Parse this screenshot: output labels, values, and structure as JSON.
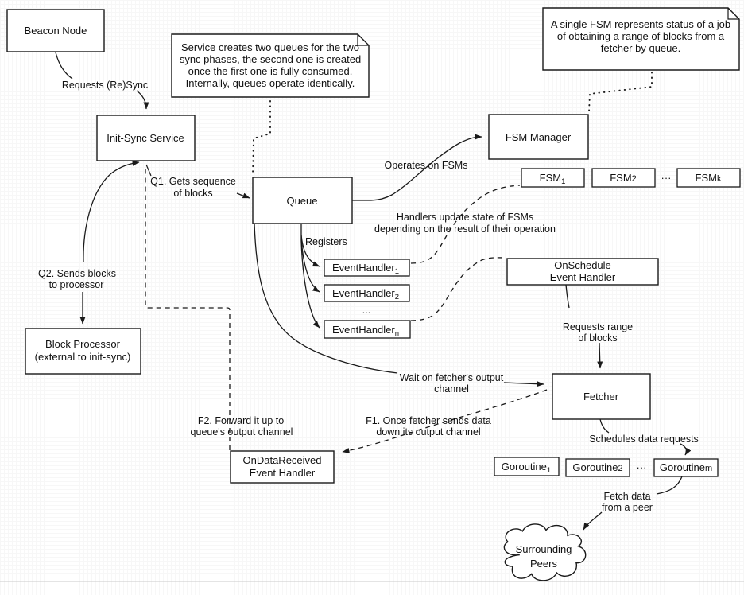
{
  "nodes": {
    "beacon_node": {
      "label": "Beacon Node"
    },
    "init_sync": {
      "label": "Init-Sync Service"
    },
    "queue": {
      "label": "Queue"
    },
    "fsm_manager": {
      "label": "FSM Manager"
    },
    "block_processor": {
      "line1": "Block Processor",
      "line2": "(external to init-sync)"
    },
    "onschedule_handler": {
      "line1": "OnSchedule",
      "line2": "Event Handler"
    },
    "ondatareceived_handler": {
      "line1": "OnDataReceived",
      "line2": "Event Handler"
    },
    "fetcher": {
      "label": "Fetcher"
    },
    "surrounding_peers": {
      "line1": "Surrounding",
      "line2": "Peers"
    },
    "fsms": [
      {
        "base": "FSM",
        "sub": "1"
      },
      {
        "base": "FSM",
        "sub": "2"
      },
      {
        "base": "FSM",
        "sub": "k"
      }
    ],
    "fsm_ellipsis": "···",
    "event_handlers": [
      {
        "base": "EventHandler",
        "sub": "1"
      },
      {
        "base": "EventHandler",
        "sub": "2"
      },
      {
        "base": "EventHandler",
        "sub": "n"
      }
    ],
    "event_handler_ellipsis": "...",
    "goroutines": [
      {
        "base": "Goroutine",
        "sub": "1"
      },
      {
        "base": "Goroutine",
        "sub": "2"
      },
      {
        "base": "Goroutine",
        "sub": "m"
      }
    ],
    "goroutine_ellipsis": "···"
  },
  "notes": {
    "queue_note": {
      "lines": [
        "Service creates two queues for the two",
        "sync phases, the second one is created",
        "once the first one is fully consumed.",
        "Internally, queues operate identically."
      ]
    },
    "fsm_note": {
      "lines": [
        "A single FSM represents status of a job",
        "of obtaining a range of blocks from a",
        "fetcher by queue."
      ]
    }
  },
  "edge_labels": {
    "requests_resync": "Requests (Re)Sync",
    "q1": [
      "Q1. Gets sequence",
      "of blocks"
    ],
    "q2": [
      "Q2. Sends blocks",
      "to processor"
    ],
    "operates_on_fsms": "Operates on FSMs",
    "handlers_update": [
      "Handlers update state of FSMs",
      "depending on the result of their operation"
    ],
    "registers": "Registers",
    "requests_range": [
      "Requests range",
      "of blocks"
    ],
    "wait_on_fetcher": [
      "Wait on fetcher's output",
      "channel"
    ],
    "f1": [
      "F1. Once fetcher sends data",
      "down its output channel"
    ],
    "f2": [
      "F2. Forward it up to",
      "queue's output channel"
    ],
    "schedules_requests": "Schedules data requests",
    "fetch_data": [
      "Fetch data",
      "from a peer"
    ]
  },
  "colors": {
    "stroke": "#1a1a1a",
    "fill": "#ffffff",
    "grid": "#ededed",
    "page_boundary": "#c9c9c9"
  }
}
